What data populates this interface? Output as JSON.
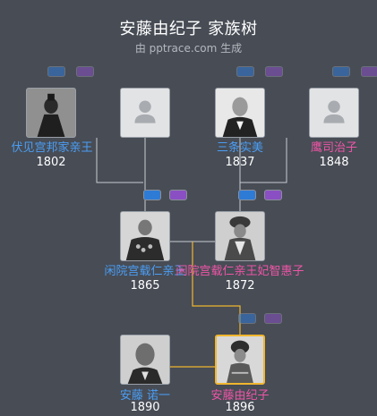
{
  "header": {
    "title": "安藤由纪子 家族树",
    "subtitle": "由 pptrace.com 生成"
  },
  "people": [
    {
      "id": "fushimi",
      "name": "伏见宫邦家亲王",
      "year": "1802",
      "gender": "male",
      "photo": "portrait-photo"
    },
    {
      "id": "unknown1",
      "name": "",
      "year": "",
      "gender": "female",
      "photo": "placeholder-avatar"
    },
    {
      "id": "sanjo",
      "name": "三条实美",
      "year": "1837",
      "gender": "male",
      "photo": "portrait-photo"
    },
    {
      "id": "takatsukasa",
      "name": "鹰司治子",
      "year": "1848",
      "gender": "female",
      "photo": "placeholder-avatar"
    },
    {
      "id": "kanin",
      "name": "闲院宫载仁亲王",
      "year": "1865",
      "gender": "male",
      "photo": "portrait-photo"
    },
    {
      "id": "chieko",
      "name": "闲院宫载仁亲王妃智惠子",
      "year": "1872",
      "gender": "female",
      "photo": "portrait-photo"
    },
    {
      "id": "ando",
      "name": "安藤 诺一",
      "year": "1890",
      "gender": "male",
      "photo": "portrait-photo"
    },
    {
      "id": "yukiko",
      "name": "安藤由纪子",
      "year": "1896",
      "gender": "female",
      "photo": "portrait-photo",
      "selected": true
    }
  ],
  "colors": {
    "background": "#474c55",
    "male": "#4b9ef5",
    "female": "#ef55a6",
    "highlight": "#f0b62e",
    "connector": "#c9ccd1"
  }
}
